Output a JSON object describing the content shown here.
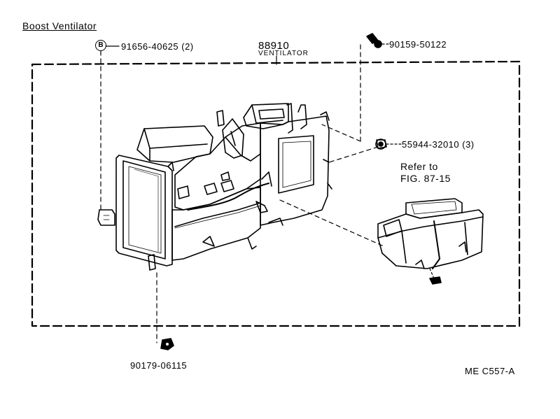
{
  "title": "Boost Ventilator",
  "parts": {
    "screw_ref": {
      "badge": "B",
      "number": "91656-40625 (2)"
    },
    "ventilator": {
      "number": "88910",
      "name": "VENTILATOR"
    },
    "screw": {
      "number": "90159-50122"
    },
    "clip": {
      "number": "55944-32010 (3)"
    },
    "nut": {
      "number": "90179-06115"
    }
  },
  "reference": {
    "line1": "Refer to",
    "line2": "FIG. 87-15"
  },
  "drawing_code": "ME C557-A",
  "icons": [
    "ventilator-assembly-drawing",
    "blower-unit-drawing",
    "screw-icon",
    "clip-icon",
    "nut-icon"
  ]
}
